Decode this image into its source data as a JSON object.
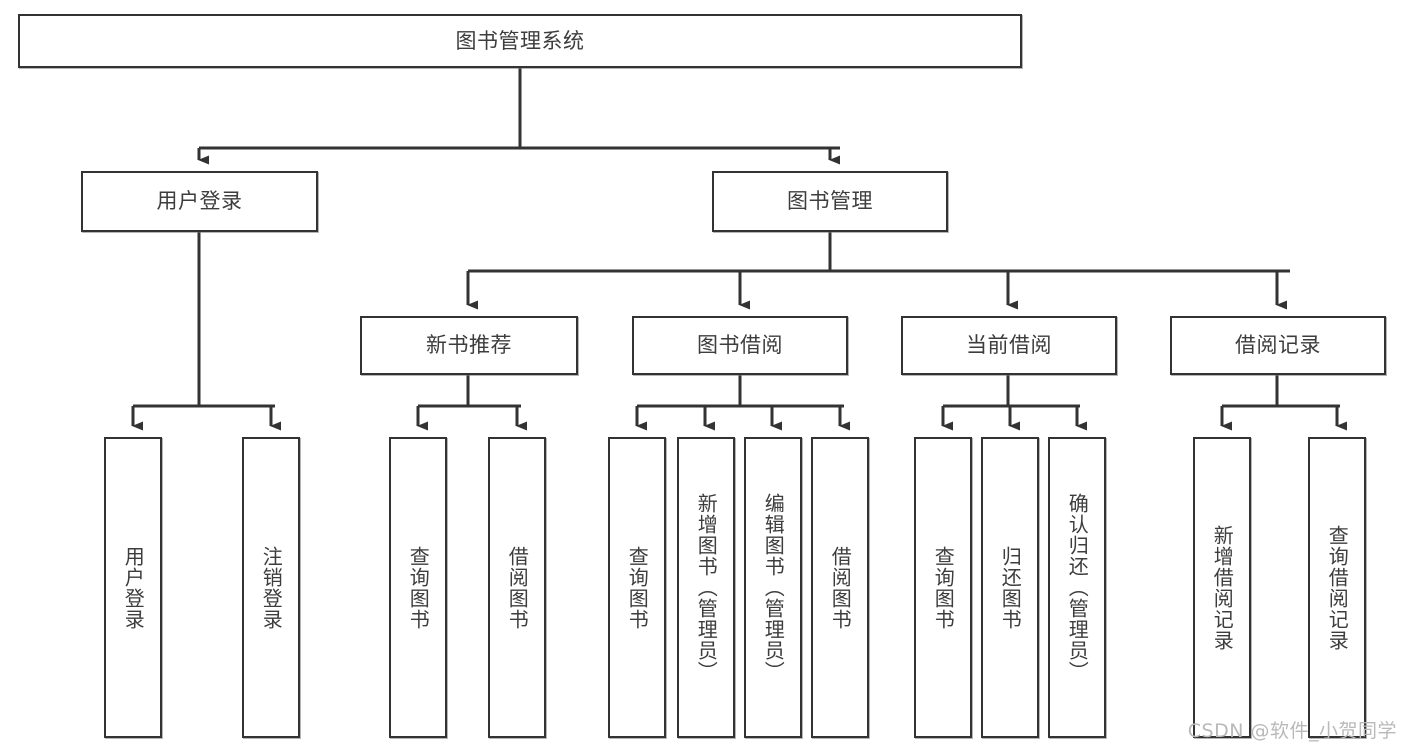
{
  "diagram": {
    "title": "图书管理系统",
    "type": "tree-hierarchy",
    "watermark": "CSDN @软件_小贺同学",
    "colors": {
      "box_border": "#333333",
      "box_fill": "#ffffff",
      "connector": "#333333",
      "text": "#3d3d3d",
      "watermark": "#b9b9b9",
      "background": "#ffffff"
    },
    "nodes": {
      "root": {
        "label": "图书管理系统"
      },
      "level2": [
        {
          "id": "user-login",
          "label": "用户登录"
        },
        {
          "id": "book-management",
          "label": "图书管理"
        }
      ],
      "level3": [
        {
          "id": "new-book-recommend",
          "label": "新书推荐"
        },
        {
          "id": "book-borrow",
          "label": "图书借阅"
        },
        {
          "id": "current-borrow",
          "label": "当前借阅"
        },
        {
          "id": "borrow-record",
          "label": "借阅记录"
        }
      ],
      "leaves": {
        "user-login": [
          {
            "id": "leaf-user-login",
            "label": "用户登录"
          },
          {
            "id": "leaf-user-logout",
            "label": "注销登录"
          }
        ],
        "new-book-recommend": [
          {
            "id": "leaf-query-book-1",
            "label": "查询图书"
          },
          {
            "id": "leaf-borrow-book-1",
            "label": "借阅图书"
          }
        ],
        "book-borrow": [
          {
            "id": "leaf-query-book-2",
            "label": "查询图书"
          },
          {
            "id": "leaf-add-book",
            "label": "新增图书（管理员）"
          },
          {
            "id": "leaf-edit-book",
            "label": "编辑图书（管理员）"
          },
          {
            "id": "leaf-borrow-book-2",
            "label": "借阅图书"
          }
        ],
        "current-borrow": [
          {
            "id": "leaf-query-book-3",
            "label": "查询图书"
          },
          {
            "id": "leaf-return-book",
            "label": "归还图书"
          },
          {
            "id": "leaf-confirm-return",
            "label": "确认归还（管理员）"
          }
        ],
        "borrow-record": [
          {
            "id": "leaf-add-record",
            "label": "新增借阅记录"
          },
          {
            "id": "leaf-query-record",
            "label": "查询借阅记录"
          }
        ]
      }
    }
  }
}
